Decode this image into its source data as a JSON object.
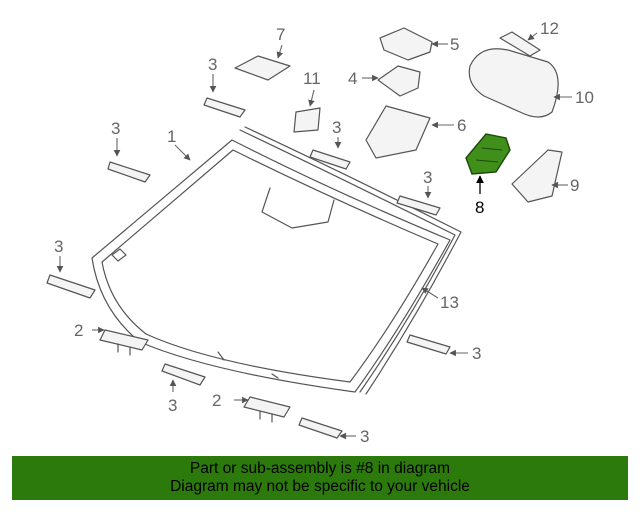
{
  "callouts": {
    "windshield": "1",
    "clip": "2",
    "molding": "3",
    "camera": "4",
    "sensor": "5",
    "bracket": "6",
    "mount_cover": "7",
    "highlighted_part": "8",
    "cover": "9",
    "mirror": "10",
    "spacer": "11",
    "wiring": "12",
    "weatherstrip": "13"
  },
  "highlight_color": "#3f8f1a",
  "banner": {
    "line1": "Part or sub-assembly is #8 in diagram",
    "line2": "Diagram may not be specific to your vehicle",
    "background": "#2c7a0c"
  }
}
